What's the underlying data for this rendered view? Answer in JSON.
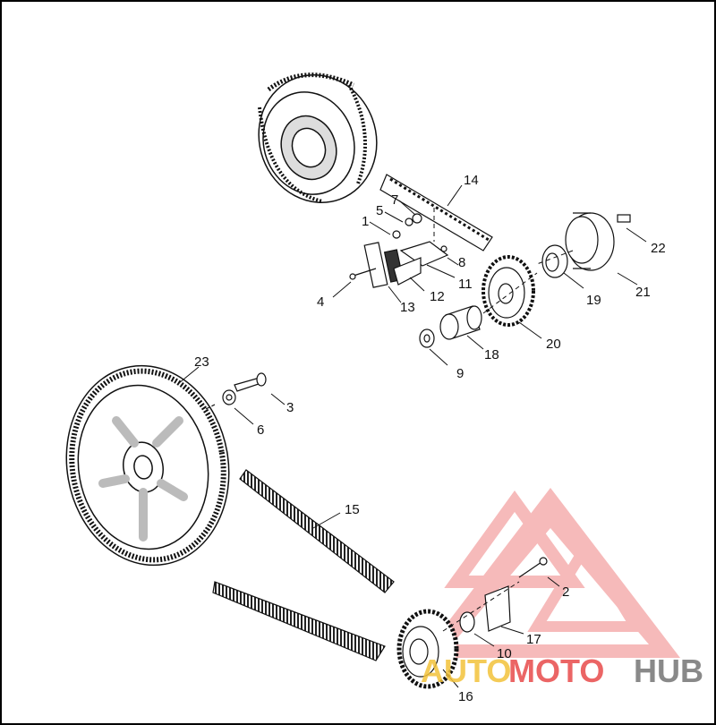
{
  "diagram": {
    "callouts": [
      {
        "id": "c1",
        "text": "1"
      },
      {
        "id": "c2",
        "text": "2"
      },
      {
        "id": "c3",
        "text": "3"
      },
      {
        "id": "c4",
        "text": "4"
      },
      {
        "id": "c5",
        "text": "5"
      },
      {
        "id": "c6",
        "text": "6"
      },
      {
        "id": "c7",
        "text": "7"
      },
      {
        "id": "c8",
        "text": "8"
      },
      {
        "id": "c9",
        "text": "9"
      },
      {
        "id": "c10",
        "text": "10"
      },
      {
        "id": "c11",
        "text": "11"
      },
      {
        "id": "c12",
        "text": "12"
      },
      {
        "id": "c13",
        "text": "13"
      },
      {
        "id": "c14",
        "text": "14"
      },
      {
        "id": "c15",
        "text": "15"
      },
      {
        "id": "c16",
        "text": "16"
      },
      {
        "id": "c17",
        "text": "17"
      },
      {
        "id": "c18",
        "text": "18"
      },
      {
        "id": "c19",
        "text": "19"
      },
      {
        "id": "c20",
        "text": "20"
      },
      {
        "id": "c21",
        "text": "21"
      },
      {
        "id": "c22",
        "text": "22"
      },
      {
        "id": "c23",
        "text": "23"
      }
    ]
  },
  "watermark": {
    "part1": "AUTO",
    "part2": "MOTO",
    "part3": "HUB",
    "color_yellow": "#f3c23a",
    "color_red": "#e84b4b",
    "color_gray": "#7d7d7d",
    "triangle_color": "#f08080"
  },
  "colors": {
    "line": "#111111",
    "background": "#ffffff"
  }
}
